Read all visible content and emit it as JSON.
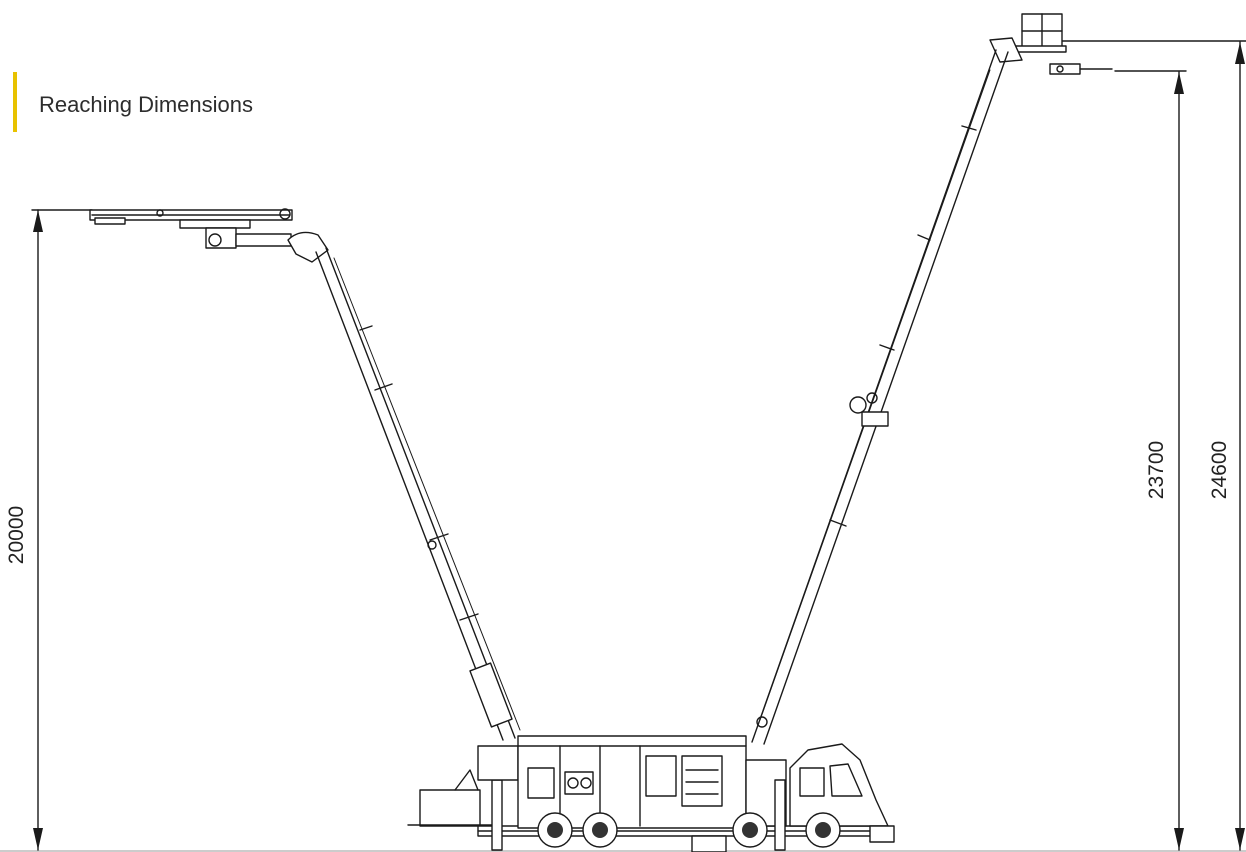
{
  "header": {
    "title": "Reaching Dimensions",
    "accent_color": "#e8c200"
  },
  "dimensions": {
    "left_height": "20000",
    "right_inner_height": "23700",
    "right_outer_height": "24600"
  },
  "icons": {
    "left_machine": "pipe-handler-boom-outline",
    "right_machine": "aerial-basket-boom-outline",
    "truck": "truck-outline"
  }
}
